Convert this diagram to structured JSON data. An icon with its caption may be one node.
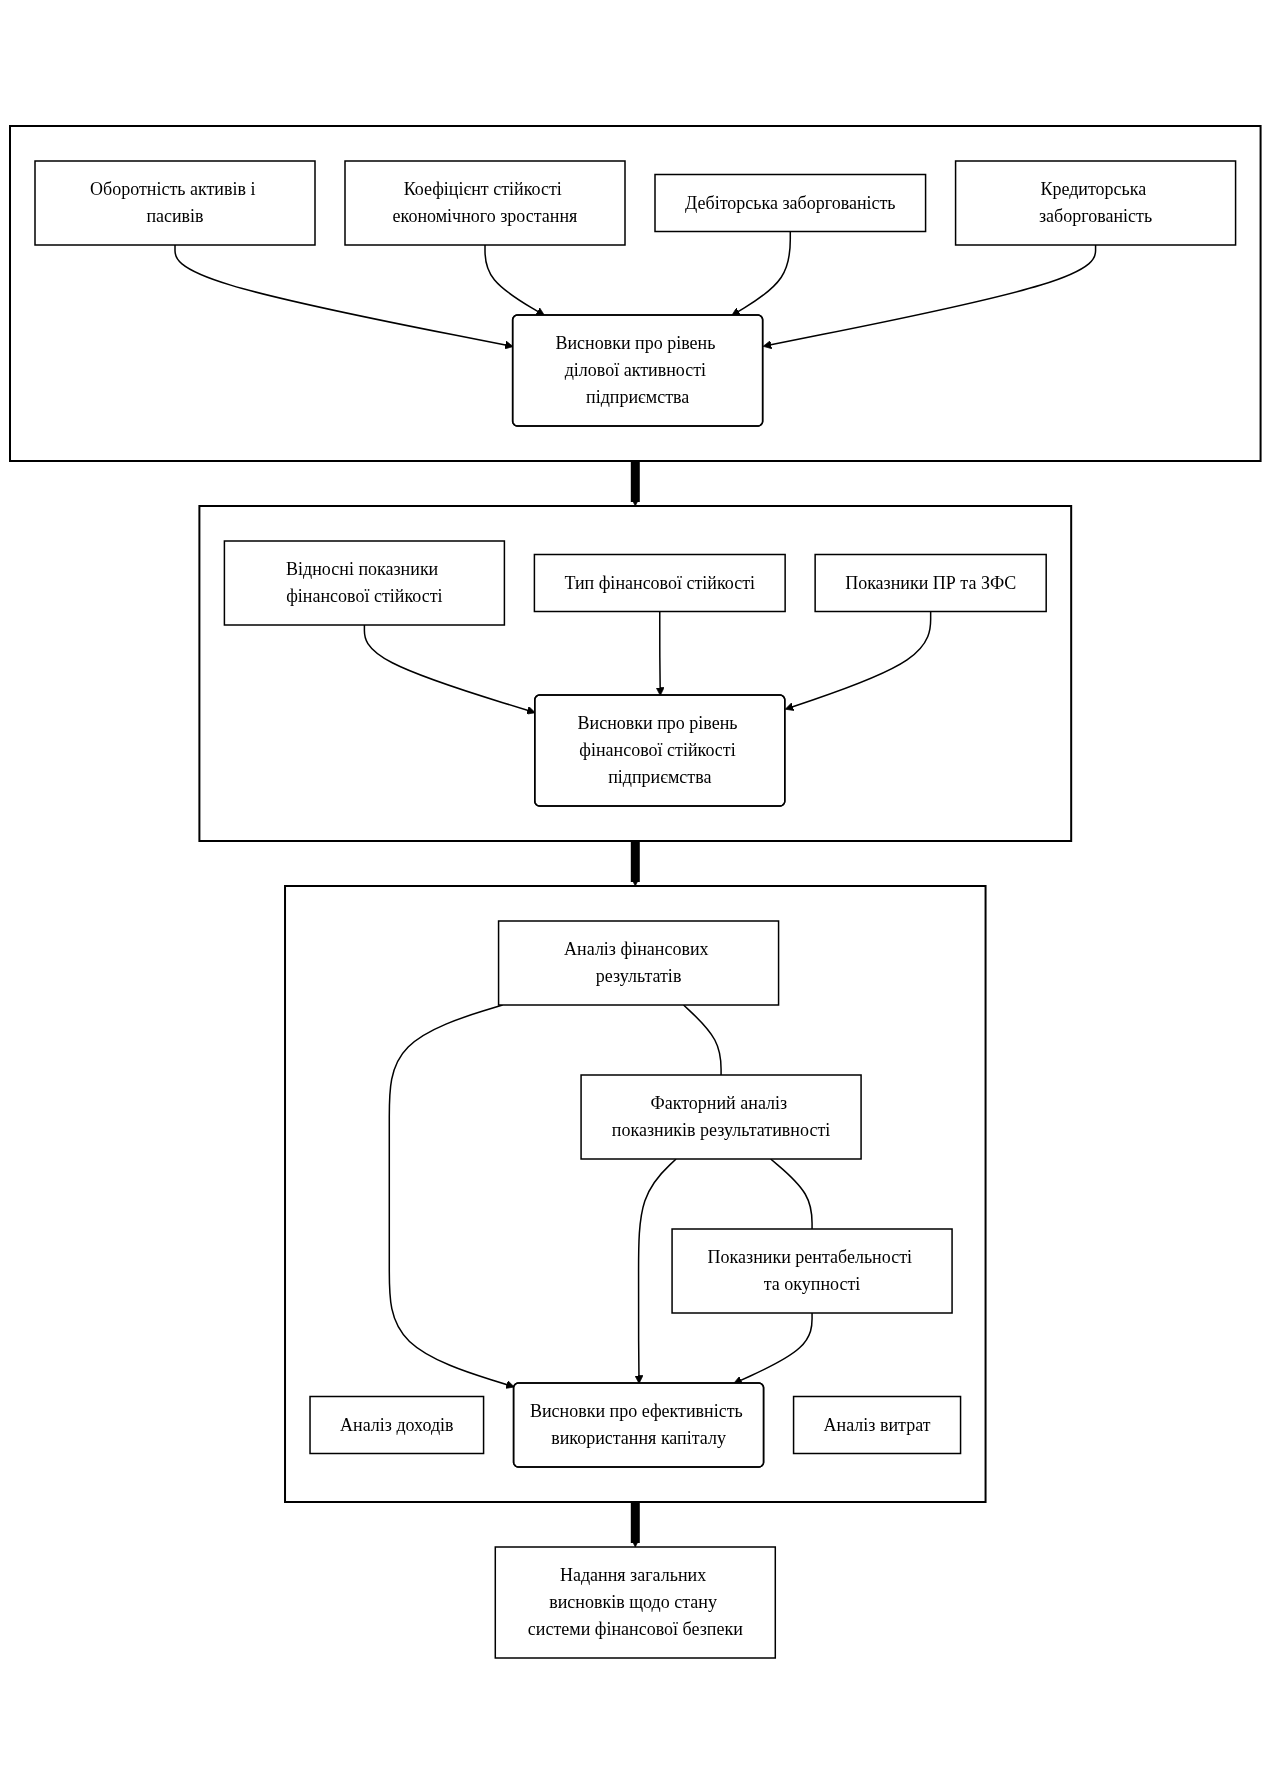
{
  "diagram": {
    "nodes": [
      {
        "text": [],
        "shape": "box"
      },
      {
        "text": [
          "Оборотність активів і пасивів"
        ],
        "in": 0
      },
      {
        "text": [
          "Коефіцієнт стійкості економічного зростання"
        ],
        "in": 0
      },
      {
        "text": [
          "Дебіторська заборгованість"
        ],
        "in": 0
      },
      {
        "text": [
          "Кредиторська заборгованість"
        ],
        "in": 0
      },
      {
        "text": [
          "Висновки про рівень ділової активності підприємства"
        ],
        "in": 0
      },
      {
        "text": [],
        "shape": "box"
      },
      {
        "text": [
          "Відносні показники фінансової стійкості"
        ],
        "in": 6
      },
      {
        "text": [
          "Тип фінансової стійкості"
        ],
        "in": 6
      },
      {
        "text": [
          "Показники ПР та ЗФС"
        ],
        "in": 6
      },
      {
        "text": [
          "Висновки про рівень фінансової стійкості підприємства"
        ],
        "in": 6
      },
      {
        "text": [],
        "shape": "box"
      },
      {
        "text": [
          "Аналіз доходів"
        ],
        "in": 11
      },
      {
        "text": [
          "Аналіз витрат"
        ],
        "in": 11
      },
      {
        "text": [
          "Аналіз фінансових результатів"
        ],
        "in": 11
      },
      {
        "text": [
          "Факторний аналіз показників результативності"
        ],
        "in": 11
      },
      {
        "text": [
          "Показники рентабельності та окупності"
        ],
        "in": 11
      },
      {
        "text": [
          "Висновки про ефективність використання капіталу"
        ],
        "in": 11
      },
      {
        "text": [
          "Надання загальних висновків щодо стану системи фінансової безпеки"
        ]
      }
    ],
    "edges": [
      {
        "from": 1,
        "to": 5,
        "arrow": "to"
      },
      {
        "from": 2,
        "to": 5,
        "arrow": "to"
      },
      {
        "from": 3,
        "to": 5,
        "arrow": "to"
      },
      {
        "from": 4,
        "to": 5,
        "arrow": "to"
      },
      {
        "from": 0,
        "to": 6,
        "arrow": "to",
        "style": "thick"
      },
      {
        "from": 7,
        "to": 10,
        "arrow": "to"
      },
      {
        "from": 8,
        "to": 10,
        "arrow": "to"
      },
      {
        "from": 9,
        "to": 10,
        "arrow": "to"
      },
      {
        "from": 6,
        "to": 11,
        "arrow": "to",
        "style": "thick"
      },
      {
        "from": 14,
        "to": 15,
        "arrow": "none"
      },
      {
        "from": 15,
        "to": 16,
        "arrow": "none"
      },
      {
        "from": 14,
        "to": 17,
        "arrow": "to"
      },
      {
        "from": 15,
        "to": 17,
        "arrow": "to"
      },
      {
        "from": 16,
        "to": 17,
        "arrow": "to"
      },
      {
        "from": 11,
        "to": 18,
        "arrow": "to",
        "style": "thick"
      }
    ]
  }
}
